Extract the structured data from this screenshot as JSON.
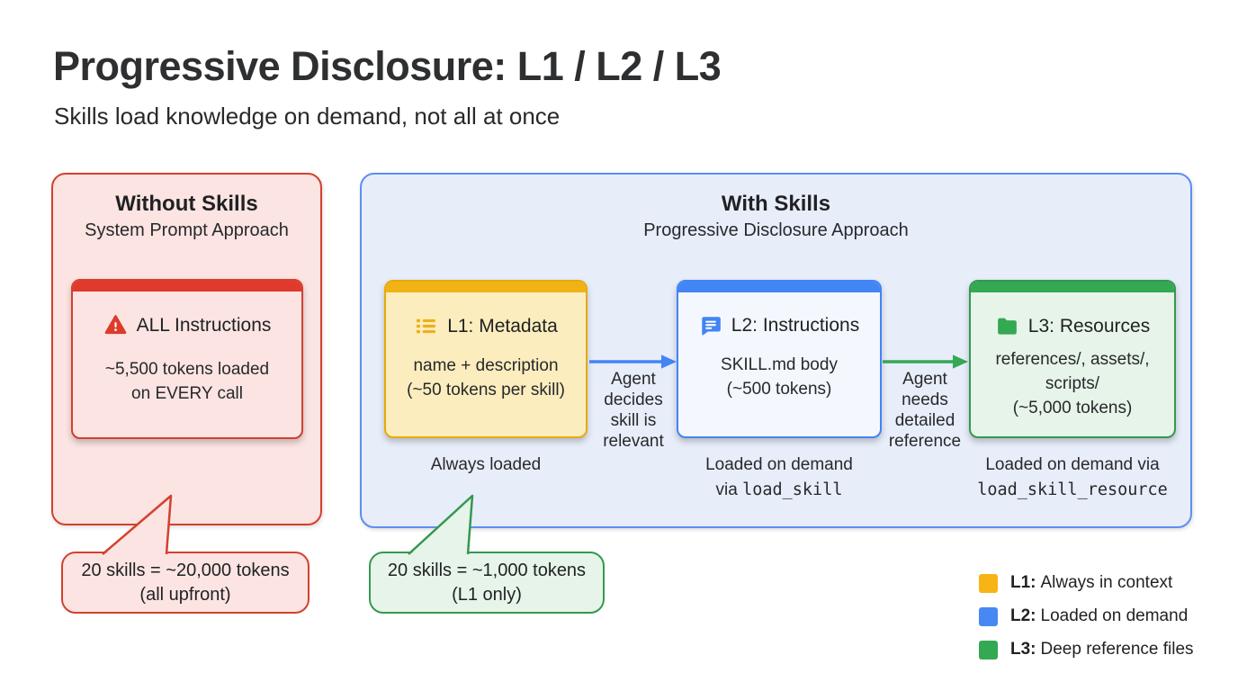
{
  "header": {
    "title": "Progressive Disclosure: L1 / L2 / L3",
    "subtitle": "Skills load knowledge on demand, not all at once"
  },
  "without_skills": {
    "title": "Without Skills",
    "subtitle": "System Prompt Approach",
    "card": {
      "icon": "warning-icon",
      "title": "ALL Instructions",
      "body": [
        "~5,500 tokens loaded",
        "on EVERY call"
      ]
    },
    "callout": [
      "20 skills = ~20,000 tokens",
      "(all upfront)"
    ]
  },
  "with_skills": {
    "title": "With Skills",
    "subtitle": "Progressive Disclosure Approach",
    "cards": [
      {
        "icon": "list-icon",
        "title": "L1: Metadata",
        "body": [
          "name + description",
          "(~50 tokens per skill)"
        ]
      },
      {
        "icon": "chat-icon",
        "title": "L2: Instructions",
        "body": [
          "SKILL.md body",
          "(~500 tokens)"
        ]
      },
      {
        "icon": "folder-icon",
        "title": "L3: Resources",
        "body": [
          "references/, assets/,",
          "scripts/",
          "(~5,000 tokens)"
        ]
      }
    ],
    "arrows": [
      {
        "label": [
          "Agent",
          "decides",
          "skill is",
          "relevant"
        ],
        "color": "#4285f4"
      },
      {
        "label": [
          "Agent",
          "needs",
          "detailed",
          "reference"
        ],
        "color": "#34a853"
      }
    ],
    "captions": {
      "l1": {
        "line1": "Always loaded"
      },
      "l2": {
        "line1": "Loaded on demand",
        "line2_prefix": "via ",
        "code": "load_skill"
      },
      "l3": {
        "line1": "Loaded on demand via",
        "code": "load_skill_resource"
      }
    },
    "callout": [
      "20 skills = ~1,000 tokens",
      "(L1 only)"
    ]
  },
  "legend": [
    {
      "key": "L1:",
      "label": "Always in context",
      "color": "#f7b414"
    },
    {
      "key": "L2:",
      "label": "Loaded on demand",
      "color": "#4789f2"
    },
    {
      "key": "L3:",
      "label": "Deep reference files",
      "color": "#34a853"
    }
  ],
  "colors": {
    "red_accent": "#df3a2c",
    "red_border": "#d4402f",
    "red_bg": "#fbe4e1",
    "gold_accent": "#f1b215",
    "gold_bg": "#fcedbe",
    "blue_accent": "#4285f4",
    "blue_panel_bg": "#e8edfa",
    "blue_card_bg": "#f4f8fe",
    "blue_border": "#5b8ef2",
    "green_accent": "#34a853",
    "green_border": "#35984f",
    "green_bg": "#e7f4e9",
    "text": "#202124"
  }
}
